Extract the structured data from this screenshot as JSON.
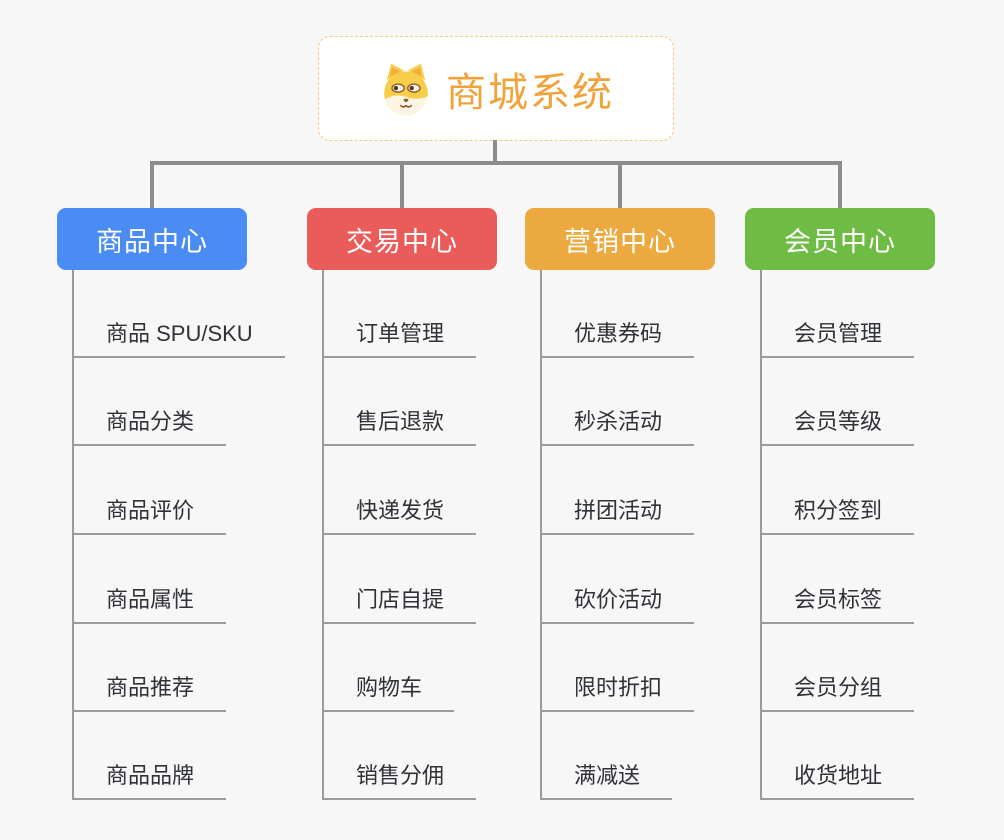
{
  "page": {
    "background": "#f7f7f7"
  },
  "root": {
    "title": "商城系统",
    "icon": "dog-mascot-icon",
    "text_color": "#f1a33b",
    "border_color": "#f6c87f"
  },
  "connector_color": "#8c8c8c",
  "line_color": "#9b9b9b",
  "branches": [
    {
      "label": "商品中心",
      "color": "#4a8cf3",
      "children": [
        "商品 SPU/SKU",
        "商品分类",
        "商品评价",
        "商品属性",
        "商品推荐",
        "商品品牌"
      ]
    },
    {
      "label": "交易中心",
      "color": "#e95c59",
      "children": [
        "订单管理",
        "售后退款",
        "快递发货",
        "门店自提",
        "购物车",
        "销售分佣"
      ]
    },
    {
      "label": "营销中心",
      "color": "#eca93f",
      "children": [
        "优惠券码",
        "秒杀活动",
        "拼团活动",
        "砍价活动",
        "限时折扣",
        "满减送"
      ]
    },
    {
      "label": "会员中心",
      "color": "#6ebc44",
      "children": [
        "会员管理",
        "会员等级",
        "积分签到",
        "会员标签",
        "会员分组",
        "收货地址"
      ]
    }
  ]
}
